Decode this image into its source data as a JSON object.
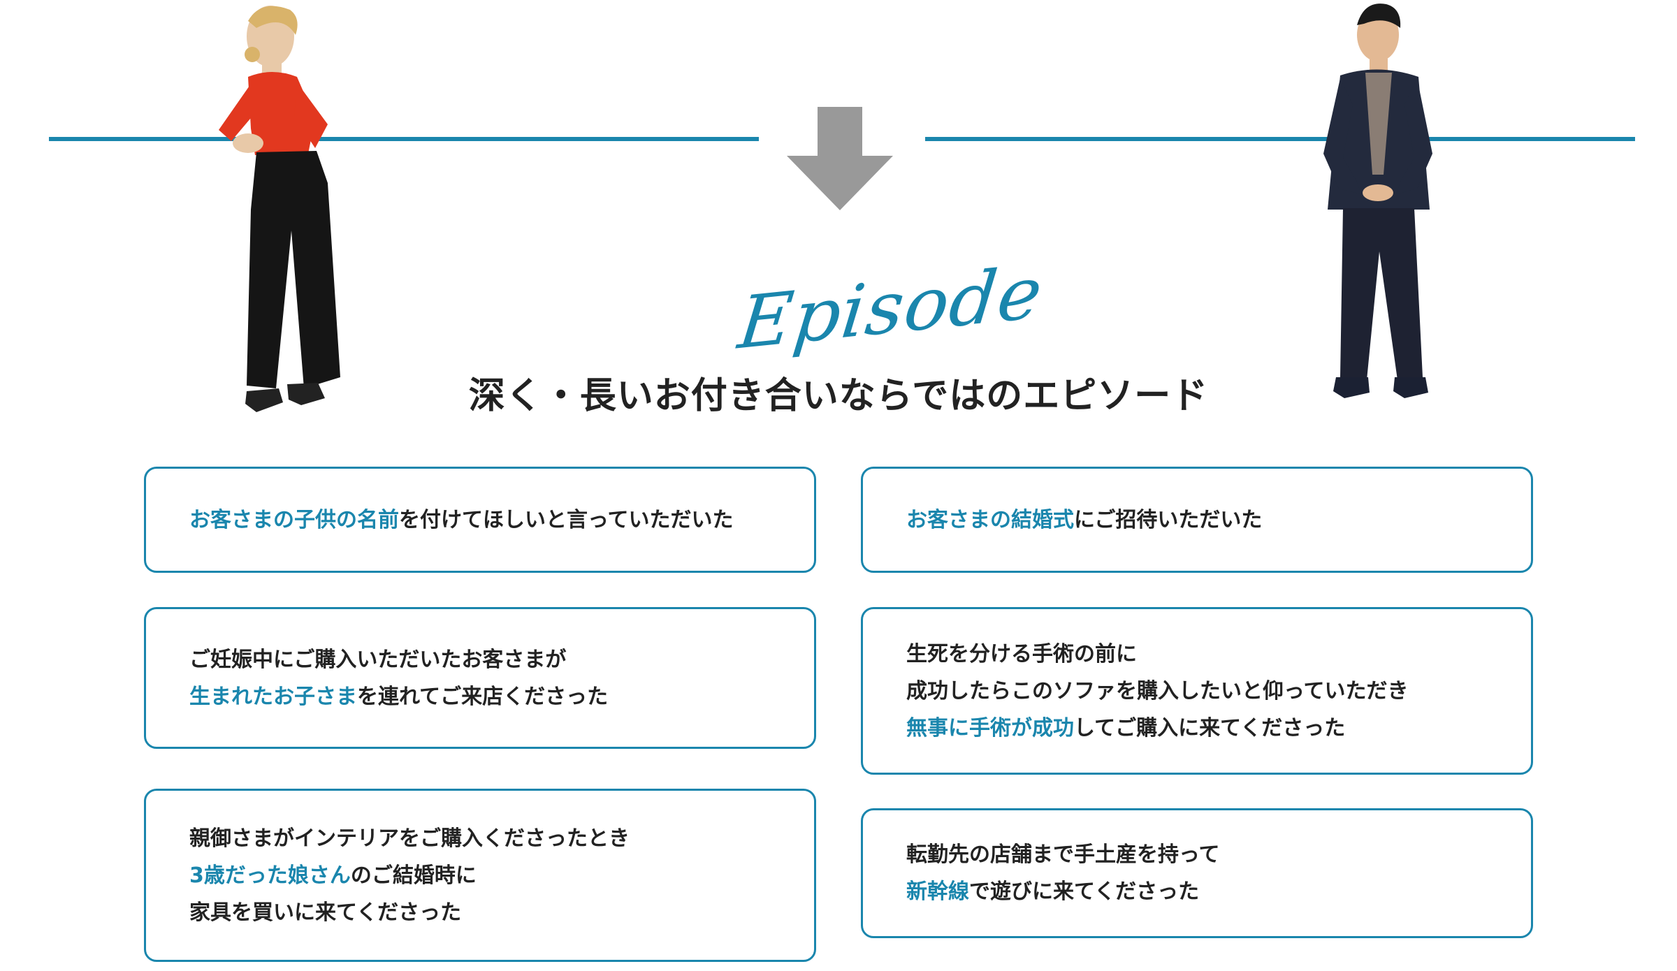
{
  "colors": {
    "accent": "#1a86ad",
    "text": "#222222",
    "arrow": "#999999",
    "background": "#ffffff"
  },
  "icons": {
    "down_arrow": "down-arrow-icon"
  },
  "header": {
    "script_title": "Episode",
    "title": "深く・長いお付き合いならではのエピソード"
  },
  "illustrations": {
    "left_person": "woman-in-red-turtleneck",
    "right_person": "man-in-navy-jacket"
  },
  "cards": [
    {
      "lines": [
        [
          {
            "text": "お客さまの子供の名前",
            "highlight": true
          },
          {
            "text": "を付けてほしいと言っていただいた",
            "highlight": false
          }
        ]
      ]
    },
    {
      "lines": [
        [
          {
            "text": "ご妊娠中にご購入いただいたお客さまが",
            "highlight": false
          }
        ],
        [
          {
            "text": "生まれたお子さま",
            "highlight": true
          },
          {
            "text": "を連れてご来店くださった",
            "highlight": false
          }
        ]
      ]
    },
    {
      "lines": [
        [
          {
            "text": "親御さまがインテリアをご購入くださったとき",
            "highlight": false
          }
        ],
        [
          {
            "text": "3歳だった娘さん",
            "highlight": true
          },
          {
            "text": "のご結婚時に",
            "highlight": false
          }
        ],
        [
          {
            "text": "家具を買いに来てくださった",
            "highlight": false
          }
        ]
      ]
    },
    {
      "lines": [
        [
          {
            "text": "お客さまの結婚式",
            "highlight": true
          },
          {
            "text": "にご招待いただいた",
            "highlight": false
          }
        ]
      ]
    },
    {
      "lines": [
        [
          {
            "text": "生死を分ける手術の前に",
            "highlight": false
          }
        ],
        [
          {
            "text": "成功したらこのソファを購入したいと仰っていただき",
            "highlight": false
          }
        ],
        [
          {
            "text": "無事に手術が成功",
            "highlight": true
          },
          {
            "text": "してご購入に来てくださった",
            "highlight": false
          }
        ]
      ]
    },
    {
      "lines": [
        [
          {
            "text": "転勤先の店舗まで手土産を持って",
            "highlight": false
          }
        ],
        [
          {
            "text": "新幹線",
            "highlight": true
          },
          {
            "text": "で遊びに来てくださった",
            "highlight": false
          }
        ]
      ]
    }
  ]
}
